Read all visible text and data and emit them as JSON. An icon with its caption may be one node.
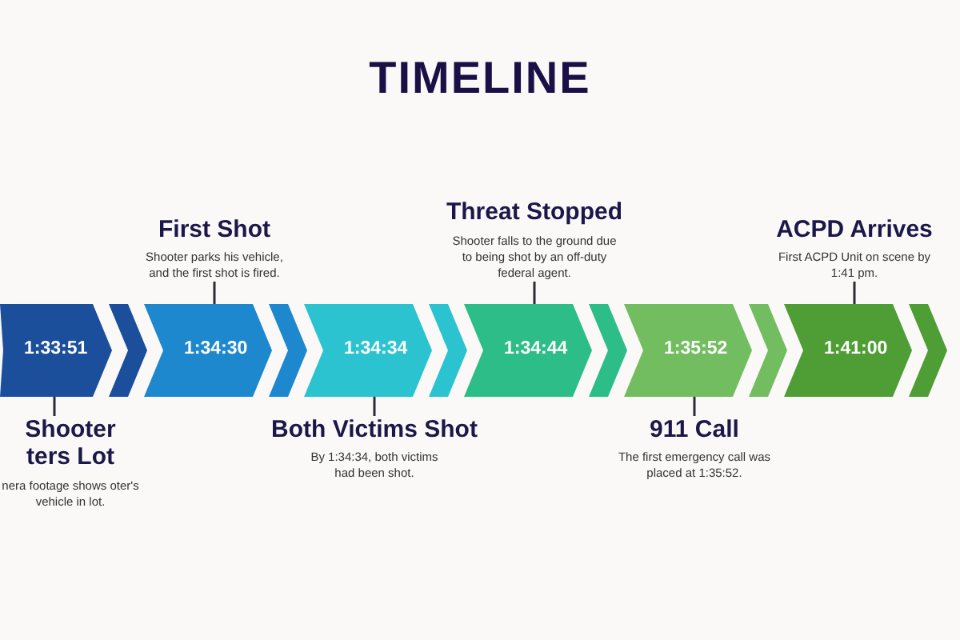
{
  "diagram": {
    "title": "TIMELINE",
    "nodes": [
      {
        "text": [
          "1:33:51"
        ]
      },
      {
        "text": [
          "Shooter ters Lot",
          "nera footage shows oter's vehicle in lot."
        ]
      },
      {
        "text": [
          "First Shot",
          "Shooter parks his vehicle, and the first shot is fired."
        ]
      },
      {
        "text": [
          "1:34:30"
        ]
      },
      {
        "text": [
          "1:34:34"
        ]
      },
      {
        "text": [
          "Both Victims Shot",
          "By 1:34:34, both victims had been shot."
        ]
      },
      {
        "text": [
          "Threat Stopped",
          "Shooter falls to the ground due to being shot by an off-duty federal agent."
        ]
      },
      {
        "text": [
          "1:34:44"
        ]
      },
      {
        "text": [
          "1:35:52"
        ]
      },
      {
        "text": [
          "911 Call",
          "The first emergency call was placed at 1:35:52."
        ]
      },
      {
        "text": [
          "ACPD Arrives",
          "First ACPD Unit on scene by 1:41 pm."
        ]
      },
      {
        "text": [
          "1:41:00"
        ]
      }
    ],
    "edges": [
      {
        "from": 0,
        "to": 3,
        "arrow": "to",
        "color": "#1b4f9c"
      },
      {
        "from": 3,
        "to": 4,
        "arrow": "to",
        "color": "#1e88cf"
      },
      {
        "from": 4,
        "to": 7,
        "arrow": "to",
        "color": "#2cc3d1"
      },
      {
        "from": 7,
        "to": 8,
        "arrow": "to",
        "color": "#2dbd88"
      },
      {
        "from": 8,
        "to": 11,
        "arrow": "to",
        "color": "#72bd5f"
      },
      {
        "from": 11,
        "to": null,
        "arrow": "to",
        "color": "#4f9d35"
      },
      {
        "from": 1,
        "to": 0,
        "arrow": "none"
      },
      {
        "from": 2,
        "to": 3,
        "arrow": "none"
      },
      {
        "from": 5,
        "to": 4,
        "arrow": "none"
      },
      {
        "from": 6,
        "to": 7,
        "arrow": "none"
      },
      {
        "from": 9,
        "to": 8,
        "arrow": "none"
      },
      {
        "from": 10,
        "to": 11,
        "arrow": "none"
      }
    ]
  }
}
